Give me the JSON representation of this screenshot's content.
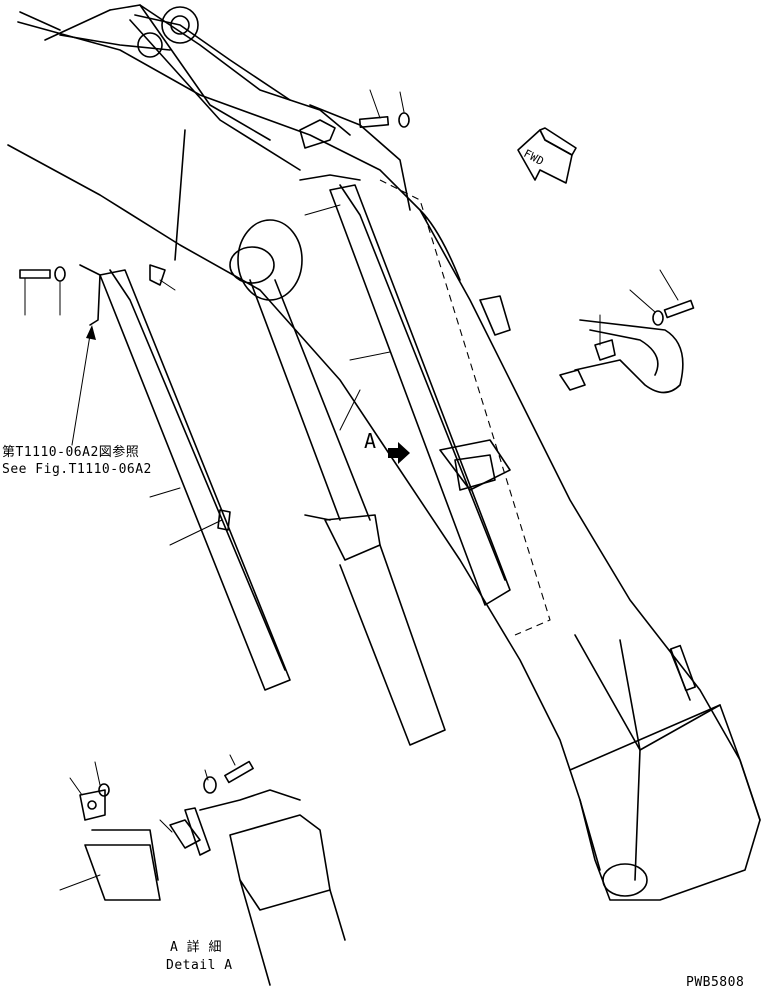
{
  "callouts": {
    "ref_jp": "第T1110-06A2図参照",
    "ref_en": "See Fig.T1110-06A2"
  },
  "view": {
    "marker": "A",
    "detail_jp": "A 詳 細",
    "detail_en": "Detail A"
  },
  "direction": {
    "label": "FWD"
  },
  "drawing_number": "PWB5808"
}
